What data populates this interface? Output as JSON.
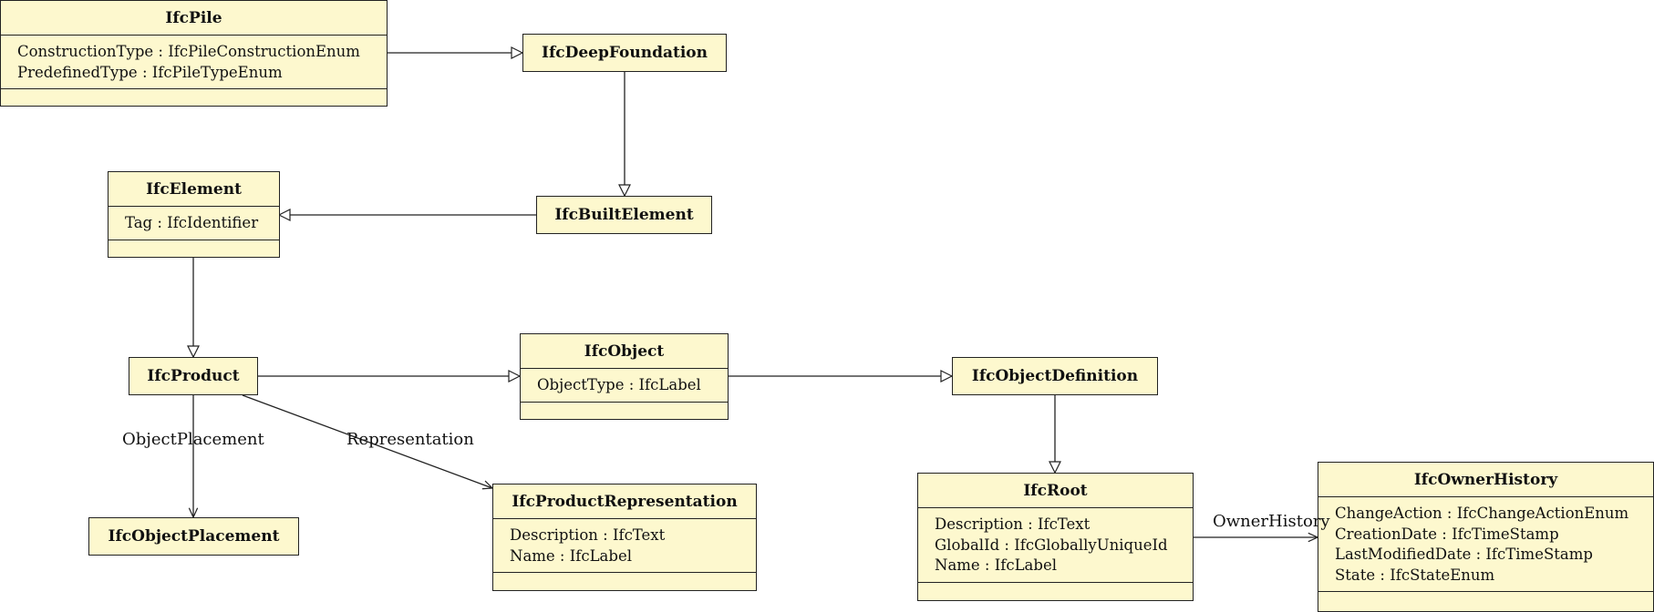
{
  "classes": {
    "pile": {
      "name": "IfcPile",
      "attributes": [
        "ConstructionType : IfcPileConstructionEnum",
        "PredefinedType : IfcPileTypeEnum"
      ]
    },
    "deep_foundation": {
      "name": "IfcDeepFoundation"
    },
    "element": {
      "name": "IfcElement",
      "attributes": [
        "Tag : IfcIdentifier"
      ]
    },
    "built_element": {
      "name": "IfcBuiltElement"
    },
    "product": {
      "name": "IfcProduct"
    },
    "object": {
      "name": "IfcObject",
      "attributes": [
        "ObjectType : IfcLabel"
      ]
    },
    "object_definition": {
      "name": "IfcObjectDefinition"
    },
    "object_placement": {
      "name": "IfcObjectPlacement"
    },
    "product_representation": {
      "name": "IfcProductRepresentation",
      "attributes": [
        "Description : IfcText",
        "Name : IfcLabel"
      ]
    },
    "root": {
      "name": "IfcRoot",
      "attributes": [
        "Description : IfcText",
        "GlobalId : IfcGloballyUniqueId",
        "Name : IfcLabel"
      ]
    },
    "owner_history": {
      "name": "IfcOwnerHistory",
      "attributes": [
        "ChangeAction : IfcChangeActionEnum",
        "CreationDate : IfcTimeStamp",
        "LastModifiedDate : IfcTimeStamp",
        "State : IfcStateEnum"
      ]
    }
  },
  "associations": {
    "object_placement": "ObjectPlacement",
    "representation": "Representation",
    "owner_history": "OwnerHistory"
  }
}
